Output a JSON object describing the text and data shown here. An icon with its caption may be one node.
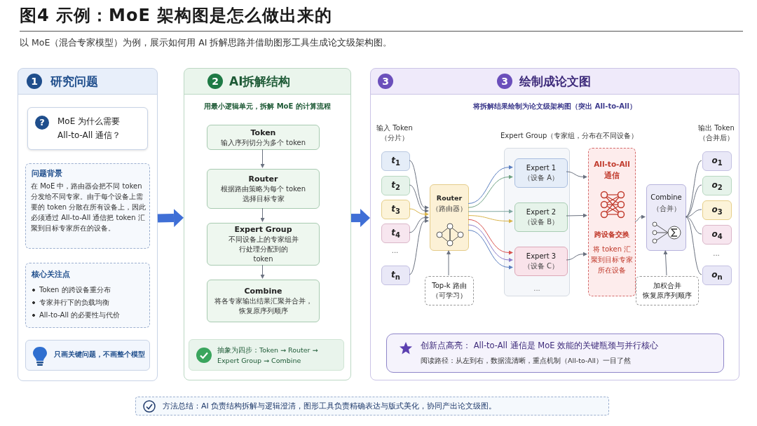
{
  "diagram": {
    "title": "图4 示例：MoE 架构图是怎么做出来的",
    "nodes": [
      {
        "text": [
          "1",
          "研究问题"
        ]
      },
      {
        "text": [
          "?",
          "MoE 为什么需要 All-to-All 通信？"
        ],
        "in": 0
      },
      {
        "text": [
          "问题背景",
          "在 MoE 中，路由器会把不同 token 分发给不同专家。由于每个设备上需要的 token 分散在所有设备上，因此必须通过 All-to-All 通信把 token 汇聚到目标专家所在的设备。"
        ],
        "in": 0
      },
      {
        "text": [
          "核心关注点",
          "Token 的跨设备重分布",
          "专家并行下的负载均衡",
          "All-to-All 的必要性与代价"
        ],
        "in": 0
      },
      {
        "text": [
          "只画关键问题，不画整个模型"
        ],
        "in": 0
      },
      {
        "text": [
          "2",
          "AI拆解结构",
          "用最小逻辑单元，拆解 MoE 的计算流程"
        ]
      },
      {
        "text": [
          "Token",
          "输入序列切分为多个 token"
        ],
        "in": 5
      },
      {
        "text": [
          "Router",
          "根据路由策略为每个 token 选择目标专家"
        ],
        "in": 5
      },
      {
        "text": [
          "Expert Group",
          "不同设备上的专家组并行处理分配到的 token"
        ],
        "in": 5
      },
      {
        "text": [
          "Combine",
          "将各专家输出结果汇聚并合并，恢复原序列顺序"
        ],
        "in": 5
      },
      {
        "text": [
          "抽象为四步：Token → Router → Expert Group → Combine"
        ],
        "in": 5
      },
      {
        "text": [
          "3",
          "3",
          "绘制成论文图",
          "将拆解结果绘制为论文级架构图（突出 All-to-All）"
        ]
      },
      {
        "text": [
          "*t*$_{1}$"
        ],
        "in": 11
      },
      {
        "text": [
          "*t*$_{2}$"
        ],
        "in": 11
      },
      {
        "text": [
          "*t*$_{3}$"
        ],
        "in": 11
      },
      {
        "text": [
          "*t*$_{4}$"
        ],
        "in": 11
      },
      {
        "text": [
          "*t*$_{n}$"
        ],
        "in": 11
      },
      {
        "text": [
          "Router",
          "（路由器）"
        ],
        "in": 11
      },
      {
        "text": [
          "Top-k 路由（可学习）"
        ],
        "in": 11
      },
      {
        "text": [
          "..."
        ],
        "in": 11
      },
      {
        "text": [
          "Expert 1",
          "（设备 A）"
        ],
        "in": 19
      },
      {
        "text": [
          "Expert 2",
          "（设备 B）"
        ],
        "in": 19
      },
      {
        "text": [
          "Expert 3",
          "（设备 C）"
        ],
        "in": 19
      },
      {
        "text": [
          "All-to-All 通信",
          "跨设备交换",
          "将 token 汇聚到目标专家所在设备"
        ],
        "in": 11
      },
      {
        "text": [
          "Combine",
          "（合并）"
        ],
        "in": 11
      },
      {
        "text": [
          "加权合并",
          "恢复原序列顺序"
        ],
        "in": 11
      },
      {
        "text": [
          "*o*$_{1}$"
        ],
        "in": 11
      },
      {
        "text": [
          "*o*$_{2}$"
        ],
        "in": 11
      },
      {
        "text": [
          "*o*$_{3}$"
        ],
        "in": 11
      },
      {
        "text": [
          "*o*$_{4}$"
        ],
        "in": 11
      },
      {
        "text": [
          "*o*$_{n}$"
        ],
        "in": 11
      },
      {
        "text": [
          "创新点高亮： All-to-All 通信是 MoE 效能的关键瓶颈与并行核心",
          "阅读路径：从左到右，数据流清晰，重点机制（All-to-All）一目了然"
        ],
        "in": 11
      },
      {
        "text": [
          "方法总结：AI 负责结构拆解与逻辑澄清，图形工具负责精确表达与版式美化，协同产出论文级图。"
        ]
      }
    ],
    "edges": [
      {
        "from": 0,
        "to": 5,
        "arrow": "to",
        "style": "thick",
        "color": "#3f6fd6"
      },
      {
        "from": 5,
        "to": 11,
        "arrow": "to",
        "style": "thick",
        "color": "#3f6fd6"
      },
      {
        "from": 6,
        "to": 7,
        "arrow": "to"
      },
      {
        "from": 7,
        "to": 8,
        "arrow": "to"
      },
      {
        "from": 8,
        "to": 9,
        "arrow": "to"
      },
      {
        "from": 12,
        "to": 17,
        "arrow": "to"
      },
      {
        "from": 13,
        "to": 17,
        "arrow": "to"
      },
      {
        "from": 14,
        "to": 17,
        "arrow": "to",
        "color": "#d9b44a"
      },
      {
        "from": 15,
        "to": 17,
        "arrow": "to"
      },
      {
        "from": 16,
        "to": 17,
        "arrow": "to"
      },
      {
        "from": 17,
        "to": 20,
        "arrow": "to",
        "color": "#5b7fc0"
      },
      {
        "from": 17,
        "to": 20,
        "arrow": "to",
        "color": "#6fa283"
      },
      {
        "from": 17,
        "to": 21,
        "arrow": "to",
        "color": "#7fa7a0"
      },
      {
        "from": 17,
        "to": 21,
        "arrow": "to",
        "color": "#d9b44a"
      },
      {
        "from": 17,
        "to": 22,
        "arrow": "to",
        "color": "#d9534f"
      },
      {
        "from": 17,
        "to": 22,
        "arrow": "to",
        "color": "#8a7cc9"
      },
      {
        "from": 17,
        "to": 22,
        "arrow": "to",
        "color": "#5b7fc0"
      },
      {
        "from": 18,
        "to": 17,
        "arrow": "to"
      },
      {
        "from": 20,
        "to": 23,
        "arrow": "to"
      },
      {
        "from": 21,
        "to": 23,
        "arrow": "to"
      },
      {
        "from": 22,
        "to": 23,
        "arrow": "to"
      },
      {
        "from": 23,
        "to": 24,
        "arrow": "to"
      },
      {
        "from": 25,
        "to": 24,
        "arrow": "to"
      },
      {
        "from": 24,
        "to": 26,
        "arrow": "none"
      },
      {
        "from": 24,
        "to": 27,
        "arrow": "none"
      },
      {
        "from": 24,
        "to": 28,
        "arrow": "none"
      },
      {
        "from": 24,
        "to": 29,
        "arrow": "none"
      },
      {
        "from": 24,
        "to": 30,
        "arrow": "none"
      }
    ],
    "labels": [
      "以 MoE（混合专家模型）为例，展示如何用 AI 拆解思路并借助图形工具生成论文级架构图。",
      "输入 Token（分片）",
      "Expert Group（专家组，分布在不同设备）",
      "输出 Token（合并后）",
      "...",
      "..."
    ]
  }
}
